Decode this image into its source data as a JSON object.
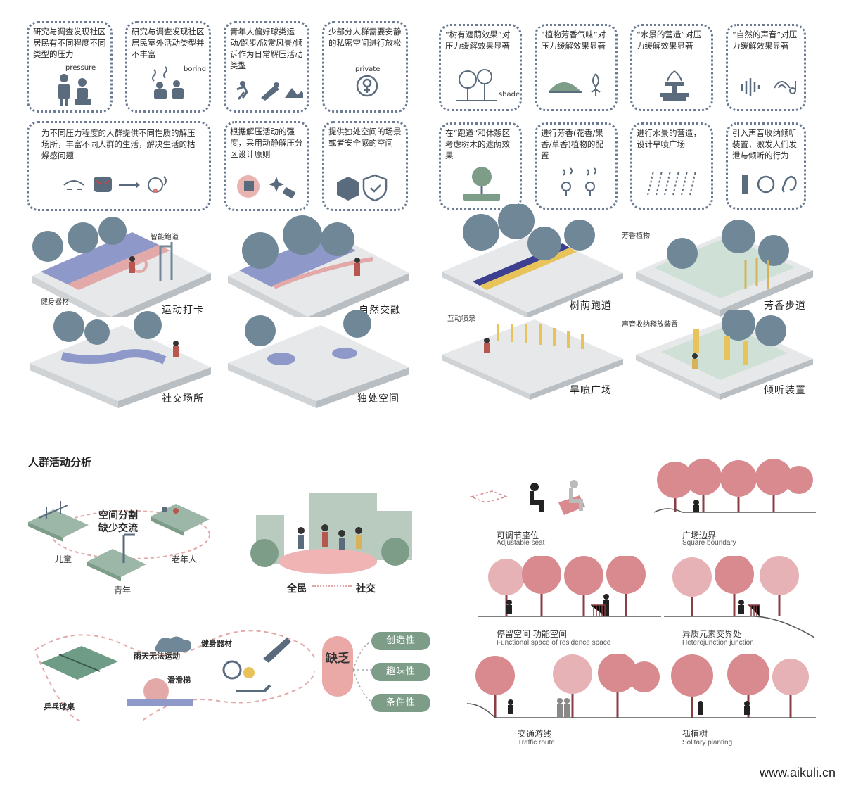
{
  "cards_left_top": [
    {
      "text": "研究与调查发现社区居民有不同程度不同类型的压力",
      "tag": "pressure"
    },
    {
      "text": "研究与调查发现社区居民室外活动类型并不丰富",
      "tag": "boring"
    },
    {
      "text": "青年人偏好球类运动/跑步/欣赏风景/倾诉作为日常解压活动类型",
      "tag": ""
    },
    {
      "text": "少部分人群需要安静的私密空间进行放松",
      "tag": "private"
    }
  ],
  "cards_left_bottom": [
    {
      "text": "为不同压力程度的人群提供不同性质的解压场所，丰富不同人群的生活，解决生活的枯燥感问题"
    },
    {
      "text": "根据解压活动的强度，采用动静解压分区设计原则"
    },
    {
      "text": "提供独处空间的场景或者安全感的空间"
    }
  ],
  "cards_right_top": [
    {
      "text": "“树有遮荫效果”对压力缓解效果显著",
      "tag": "shade"
    },
    {
      "text": "“植物芳香气味”对压力缓解效果显著",
      "tag": ""
    },
    {
      "text": "“水景的营造”对压力缓解效果显著",
      "tag": ""
    },
    {
      "text": "“自然的声音”对压力缓解效果显著",
      "tag": ""
    }
  ],
  "cards_right_bottom": [
    {
      "text": "在“跑道”和休憩区考虑树木的遮荫效果"
    },
    {
      "text": "进行芳香(花香/果香/草香)植物的配置"
    },
    {
      "text": "进行水景的营造，设计旱喷广场"
    },
    {
      "text": "引入声音收纳倾听装置，激发人们发泄与倾听的行为"
    }
  ],
  "scenes_left": {
    "sport": {
      "caption": "运动打卡",
      "label_a": "智能跑道",
      "label_b": "健身器材"
    },
    "nature": {
      "caption": "自然交融"
    },
    "social": {
      "caption": "社交场所"
    },
    "alone": {
      "caption": "独处空间"
    }
  },
  "scenes_right": {
    "shade_run": {
      "caption": "树荫跑道"
    },
    "fragrant": {
      "caption": "芳香步道",
      "label": "芳香植物"
    },
    "fountain": {
      "caption": "旱喷广场",
      "label": "互动喷泉"
    },
    "listen": {
      "caption": "倾听装置",
      "label": "声音收纳释放装置"
    }
  },
  "analysis": {
    "title": "人群活动分析",
    "division_line1": "空间分割",
    "division_line2": "缺少交流",
    "group_children": "儿童",
    "group_elderly": "老年人",
    "group_youth": "青年",
    "social_left": "全民",
    "social_right": "社交",
    "rain_label": "雨天无法运动",
    "equipment_label": "健身器材",
    "slide_label": "滑滑梯",
    "pingpong_label": "乒乓球桌",
    "lack_label": "缺乏",
    "lack_items": [
      "创造性",
      "趣味性",
      "条件性"
    ]
  },
  "sections": [
    {
      "cn": "可调节座位",
      "en": "Adjustable seat"
    },
    {
      "cn": "广场边界",
      "en": "Square boundary"
    },
    {
      "cn": "停留空间  功能空间",
      "en": "Functional space of residence space"
    },
    {
      "cn": "异质元素交界处",
      "en": "Heterojunction junction"
    },
    {
      "cn": "交通游线",
      "en": "Traffic route"
    },
    {
      "cn": "孤植树",
      "en": "Solitary planting"
    }
  ],
  "watermark": "www.aikuli.cn",
  "colors": {
    "card_border": "#6b7b94",
    "tree_blue": "#6f8797",
    "tree_pink": "#d98a8f",
    "sage": "#7d9d89",
    "platform": "#e6e8ea"
  }
}
